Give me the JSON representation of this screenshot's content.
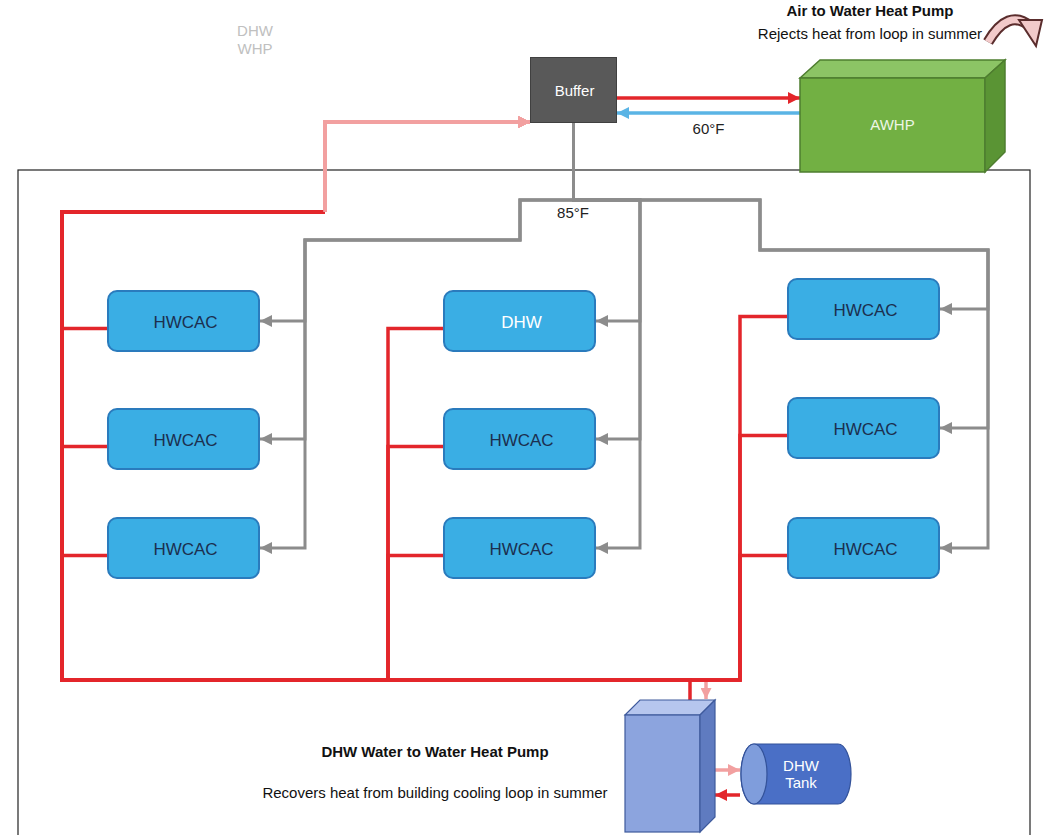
{
  "diagram": {
    "nodes": [
      {
        "text": [
          "Buffer"
        ]
      },
      {
        "text": [
          "Air to Water Heat Pump",
          "Rejects heat from loop in summer",
          "AWHP"
        ]
      },
      {
        "text": [
          "HWCAC"
        ]
      },
      {
        "text": [
          "DHW"
        ]
      },
      {
        "text": [
          "HWCAC"
        ]
      },
      {
        "text": [
          "HWCAC"
        ]
      },
      {
        "text": [
          "HWCAC"
        ]
      },
      {
        "text": [
          "HWCAC"
        ]
      },
      {
        "text": [
          "HWCAC"
        ]
      },
      {
        "text": [
          "HWCAC"
        ]
      },
      {
        "text": [
          "HWCAC"
        ]
      },
      {
        "text": [
          "DHW Water to Water Heat Pump",
          "Recovers heat from building cooling loop in summer"
        ]
      },
      {
        "text": [
          "DHW Tank"
        ]
      }
    ],
    "edges": [
      {
        "from": 0,
        "to": 1,
        "arrow": "to"
      },
      {
        "from": 1,
        "to": 0,
        "label": "60°F",
        "arrow": "to"
      },
      {
        "from": 0,
        "to": 2,
        "arrow": "to"
      },
      {
        "from": 0,
        "to": 3,
        "arrow": "to"
      },
      {
        "from": 0,
        "to": 4,
        "arrow": "to"
      },
      {
        "from": 0,
        "to": 5,
        "arrow": "to"
      },
      {
        "from": 0,
        "to": 6,
        "arrow": "to"
      },
      {
        "from": 0,
        "to": 7,
        "arrow": "to"
      },
      {
        "from": 0,
        "to": 8,
        "arrow": "to"
      },
      {
        "from": 0,
        "to": 9,
        "arrow": "to"
      },
      {
        "from": 0,
        "to": 10,
        "arrow": "to"
      },
      {
        "from": 2,
        "to": 0,
        "arrow": "to"
      },
      {
        "from": 3,
        "to": 0,
        "arrow": "to"
      },
      {
        "from": 4,
        "to": 0,
        "arrow": "to"
      },
      {
        "from": 5,
        "to": 0,
        "arrow": "to"
      },
      {
        "from": 6,
        "to": 0,
        "arrow": "to"
      },
      {
        "from": 7,
        "to": 0,
        "arrow": "to"
      },
      {
        "from": 8,
        "to": 0,
        "arrow": "to"
      },
      {
        "from": 9,
        "to": 0,
        "arrow": "to"
      },
      {
        "from": 10,
        "to": 0,
        "arrow": "to"
      },
      {
        "from": 11,
        "to": 0,
        "arrow": "to"
      },
      {
        "from": 11,
        "to": 12,
        "arrow": "to"
      },
      {
        "from": 12,
        "to": 11,
        "arrow": "to"
      }
    ],
    "labels": [
      "DHW WHP",
      "85°F"
    ]
  }
}
